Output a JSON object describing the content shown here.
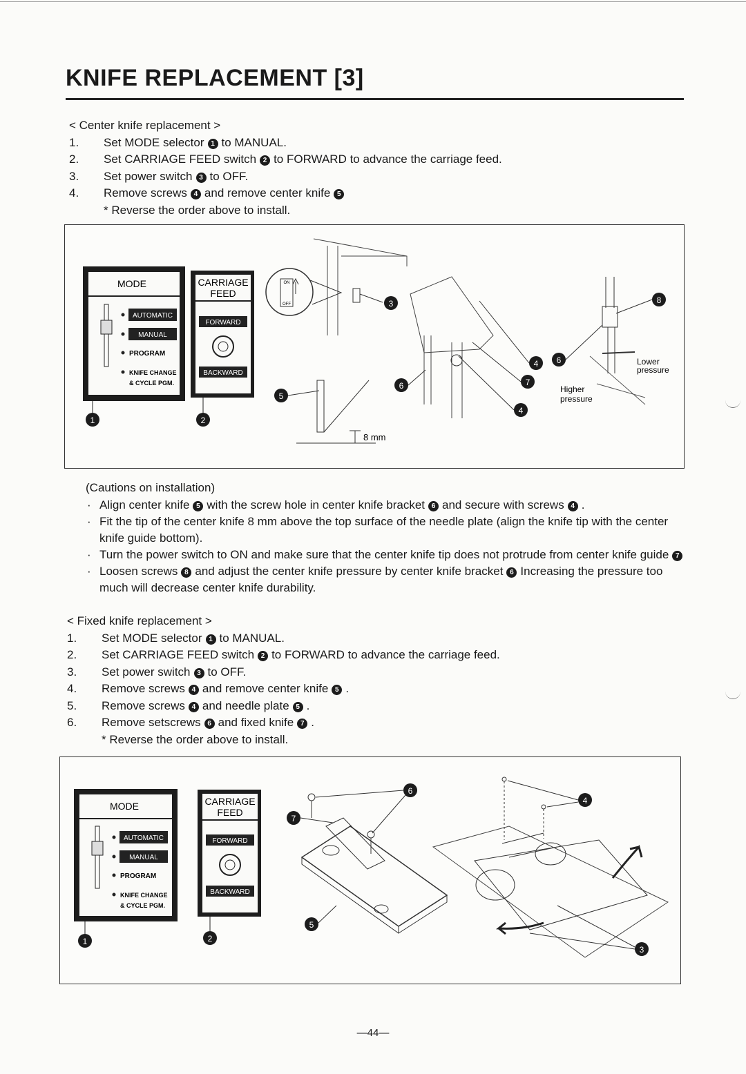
{
  "title": "KNIFE REPLACEMENT [3]",
  "center": {
    "heading": "< Center knife replacement >",
    "steps": [
      {
        "n": "1.",
        "pre": "Set MODE selector",
        "c1": "1",
        "post": "to MANUAL."
      },
      {
        "n": "2.",
        "pre": "Set CARRIAGE FEED switch",
        "c1": "2",
        "post": "to FORWARD to advance the carriage feed."
      },
      {
        "n": "3.",
        "pre": "Set power switch",
        "c1": "3",
        "post": "to OFF."
      },
      {
        "n": "4.",
        "pre": "Remove screws",
        "c1": "4",
        "mid": "and remove center knife",
        "c2": "5",
        "post": ""
      }
    ],
    "note": "* Reverse the order above to install."
  },
  "fig1": {
    "mode_title": "MODE",
    "mode_items": [
      "AUTOMATIC",
      "MANUAL",
      "PROGRAM",
      "KNIFE CHANGE",
      "& CYCLE PGM."
    ],
    "carriage_title_1": "CARRIAGE",
    "carriage_title_2": "FEED",
    "forward": "FORWARD",
    "backward": "BACKWARD",
    "measure": "8 mm",
    "lower": "Lower",
    "lower2": "pressure",
    "higher": "Higher",
    "higher2": "pressure",
    "switch_on": "ON",
    "switch_off": "OFF",
    "callouts": [
      "1",
      "2",
      "3",
      "4",
      "5",
      "6",
      "7",
      "8"
    ]
  },
  "cautions": {
    "heading": "(Cautions on installation)",
    "items": [
      {
        "a": "Align center knife",
        "c1": "5",
        "b": "with the screw hole in center knife bracket",
        "c2": "6",
        "c": "and secure with screws",
        "c3": "4",
        "d": "."
      },
      {
        "a": "Fit the tip of the center knife  8  mm above the top surface of the needle plate (align the knife tip with the center knife guide bottom)."
      },
      {
        "a": "Turn the power switch to ON and make sure that the center knife tip does not protrude from center knife guide",
        "c1": "7",
        "b": ""
      },
      {
        "a": "Loosen screws",
        "c1": "8",
        "b": "and adjust the center knife pressure by center knife bracket",
        "c2": "6",
        "c": "Increasing the pressure too much will decrease center knife durability."
      }
    ]
  },
  "fixed": {
    "heading": "< Fixed knife replacement >",
    "steps": [
      {
        "n": "1.",
        "pre": "Set MODE selector",
        "c1": "1",
        "post": "to MANUAL."
      },
      {
        "n": "2.",
        "pre": "Set CARRIAGE FEED switch",
        "c1": "2",
        "post": "to FORWARD to advance the carriage feed."
      },
      {
        "n": "3.",
        "pre": "Set power switch",
        "c1": "3",
        "post": "to OFF."
      },
      {
        "n": "4.",
        "pre": "Remove screws",
        "c1": "4",
        "mid": "and remove center knife",
        "c2": "5",
        "post": "."
      },
      {
        "n": "5.",
        "pre": "Remove screws",
        "c1": "4",
        "mid": "and needle plate",
        "c2": "5",
        "post": "."
      },
      {
        "n": "6.",
        "pre": "Remove setscrews",
        "c1": "6",
        "mid": "and fixed knife",
        "c2": "7",
        "post": "."
      }
    ],
    "note": "* Reverse the order above to install."
  },
  "page_number": "—44—"
}
